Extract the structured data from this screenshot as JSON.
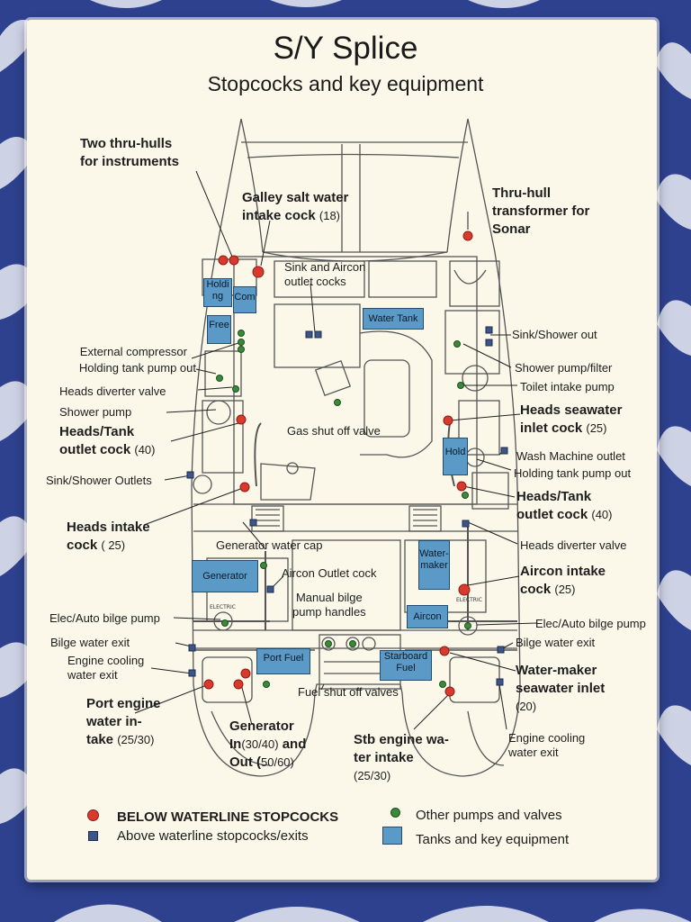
{
  "title": "S/Y Splice",
  "subtitle": "Stopcocks and key equipment",
  "labels": {
    "two_thru_hulls_1": "Two thru-hulls",
    "two_thru_hulls_2": "for instruments",
    "galley_1": "Galley salt water",
    "galley_2": "intake cock",
    "galley_n": "(18)",
    "thru_hull_1": "Thru-hull",
    "thru_hull_2": "transformer for",
    "thru_hull_3": "Sonar",
    "sink_aircon_1": "Sink and Aircon",
    "sink_aircon_2": "outlet cocks",
    "external_compressor": "External compressor",
    "holding_pump_out_l": "Holding tank pump out",
    "heads_diverter_l": "Heads diverter valve",
    "shower_pump": "Shower pump",
    "heads_tank_l_1": "Heads/Tank",
    "heads_tank_l_2": "outlet cock",
    "heads_tank_l_n": "(40)",
    "gas_shut_off": "Gas shut off valve",
    "sink_shower_outlets": "Sink/Shower Outlets",
    "heads_intake_1": "Heads intake",
    "heads_intake_2": "cock",
    "heads_intake_n": "( 25)",
    "generator_water_cap": "Generator water cap",
    "aircon_outlet_cock": "Aircon Outlet cock",
    "manual_bilge_1": "Manual bilge",
    "manual_bilge_2": "pump handles",
    "elec_auto_bilge_l": "Elec/Auto bilge pump",
    "bilge_exit_l": "Bilge water exit",
    "engine_cooling_l_1": "Engine cooling",
    "engine_cooling_l_2": "water exit",
    "port_engine_1": "Port engine",
    "port_engine_2": "water in-",
    "port_engine_3": "take",
    "port_engine_n": "(25/30)",
    "generator_in_1": "Generator",
    "generator_in_2": "In",
    "generator_in_n1": "(30/40)",
    "generator_in_3": "and",
    "generator_in_4": "Out (",
    "generator_in_n2": "50/60)",
    "fuel_shut_off": "Fuel shut off valves",
    "sink_shower_out": "Sink/Shower out",
    "shower_pump_filter": "Shower pump/filter",
    "toilet_intake_pump": "Toilet intake pump",
    "heads_seawater_1": "Heads seawater",
    "heads_seawater_2": "inlet cock",
    "heads_seawater_n": "(25)",
    "wash_machine_outlet": "Wash Machine outlet",
    "holding_pump_out_r": "Holding tank pump out",
    "heads_tank_r_1": "Heads/Tank",
    "heads_tank_r_2": "outlet cock",
    "heads_tank_r_n": "(40)",
    "heads_diverter_r": "Heads diverter valve",
    "aircon_intake_1": "Aircon intake",
    "aircon_intake_2": "cock",
    "aircon_intake_n": "(25)",
    "elec_auto_bilge_r": "Elec/Auto bilge pump",
    "bilge_exit_r": "Bilge water exit",
    "watermaker_inlet_1": "Water-maker",
    "watermaker_inlet_2": "seawater inlet",
    "watermaker_inlet_n": "(20)",
    "stb_engine_1": "Stb engine wa-",
    "stb_engine_2": "ter intake",
    "stb_engine_n": "(25/30)",
    "engine_cooling_r_1": "Engine cooling",
    "engine_cooling_r_2": "water exit"
  },
  "tanks": {
    "holding": "Holdi ng",
    "com": "Com",
    "free": "Free",
    "water_tank": "Water Tank",
    "hold": "Hold",
    "generator": "Generator",
    "watermaker": "Water-maker",
    "aircon": "Aircon",
    "port_fuel": "Port Fuel",
    "starboard_fuel": "Starboard Fuel"
  },
  "plan_text": {
    "electric_l": "ELECTRIC",
    "electric_r": "ELECTRIC"
  },
  "legend": {
    "below_waterline": "BELOW WATERLINE STOPCOCKS",
    "above_waterline": "Above waterline stopcocks/exits",
    "other_pumps": "Other pumps and valves",
    "tanks_equipment": "Tanks and key equipment"
  },
  "colors": {
    "below_waterline": "#d93a2e",
    "other_pumps": "#3b8a3a",
    "above_waterline": "#3d5688",
    "tanks": "#5b9ac6"
  }
}
